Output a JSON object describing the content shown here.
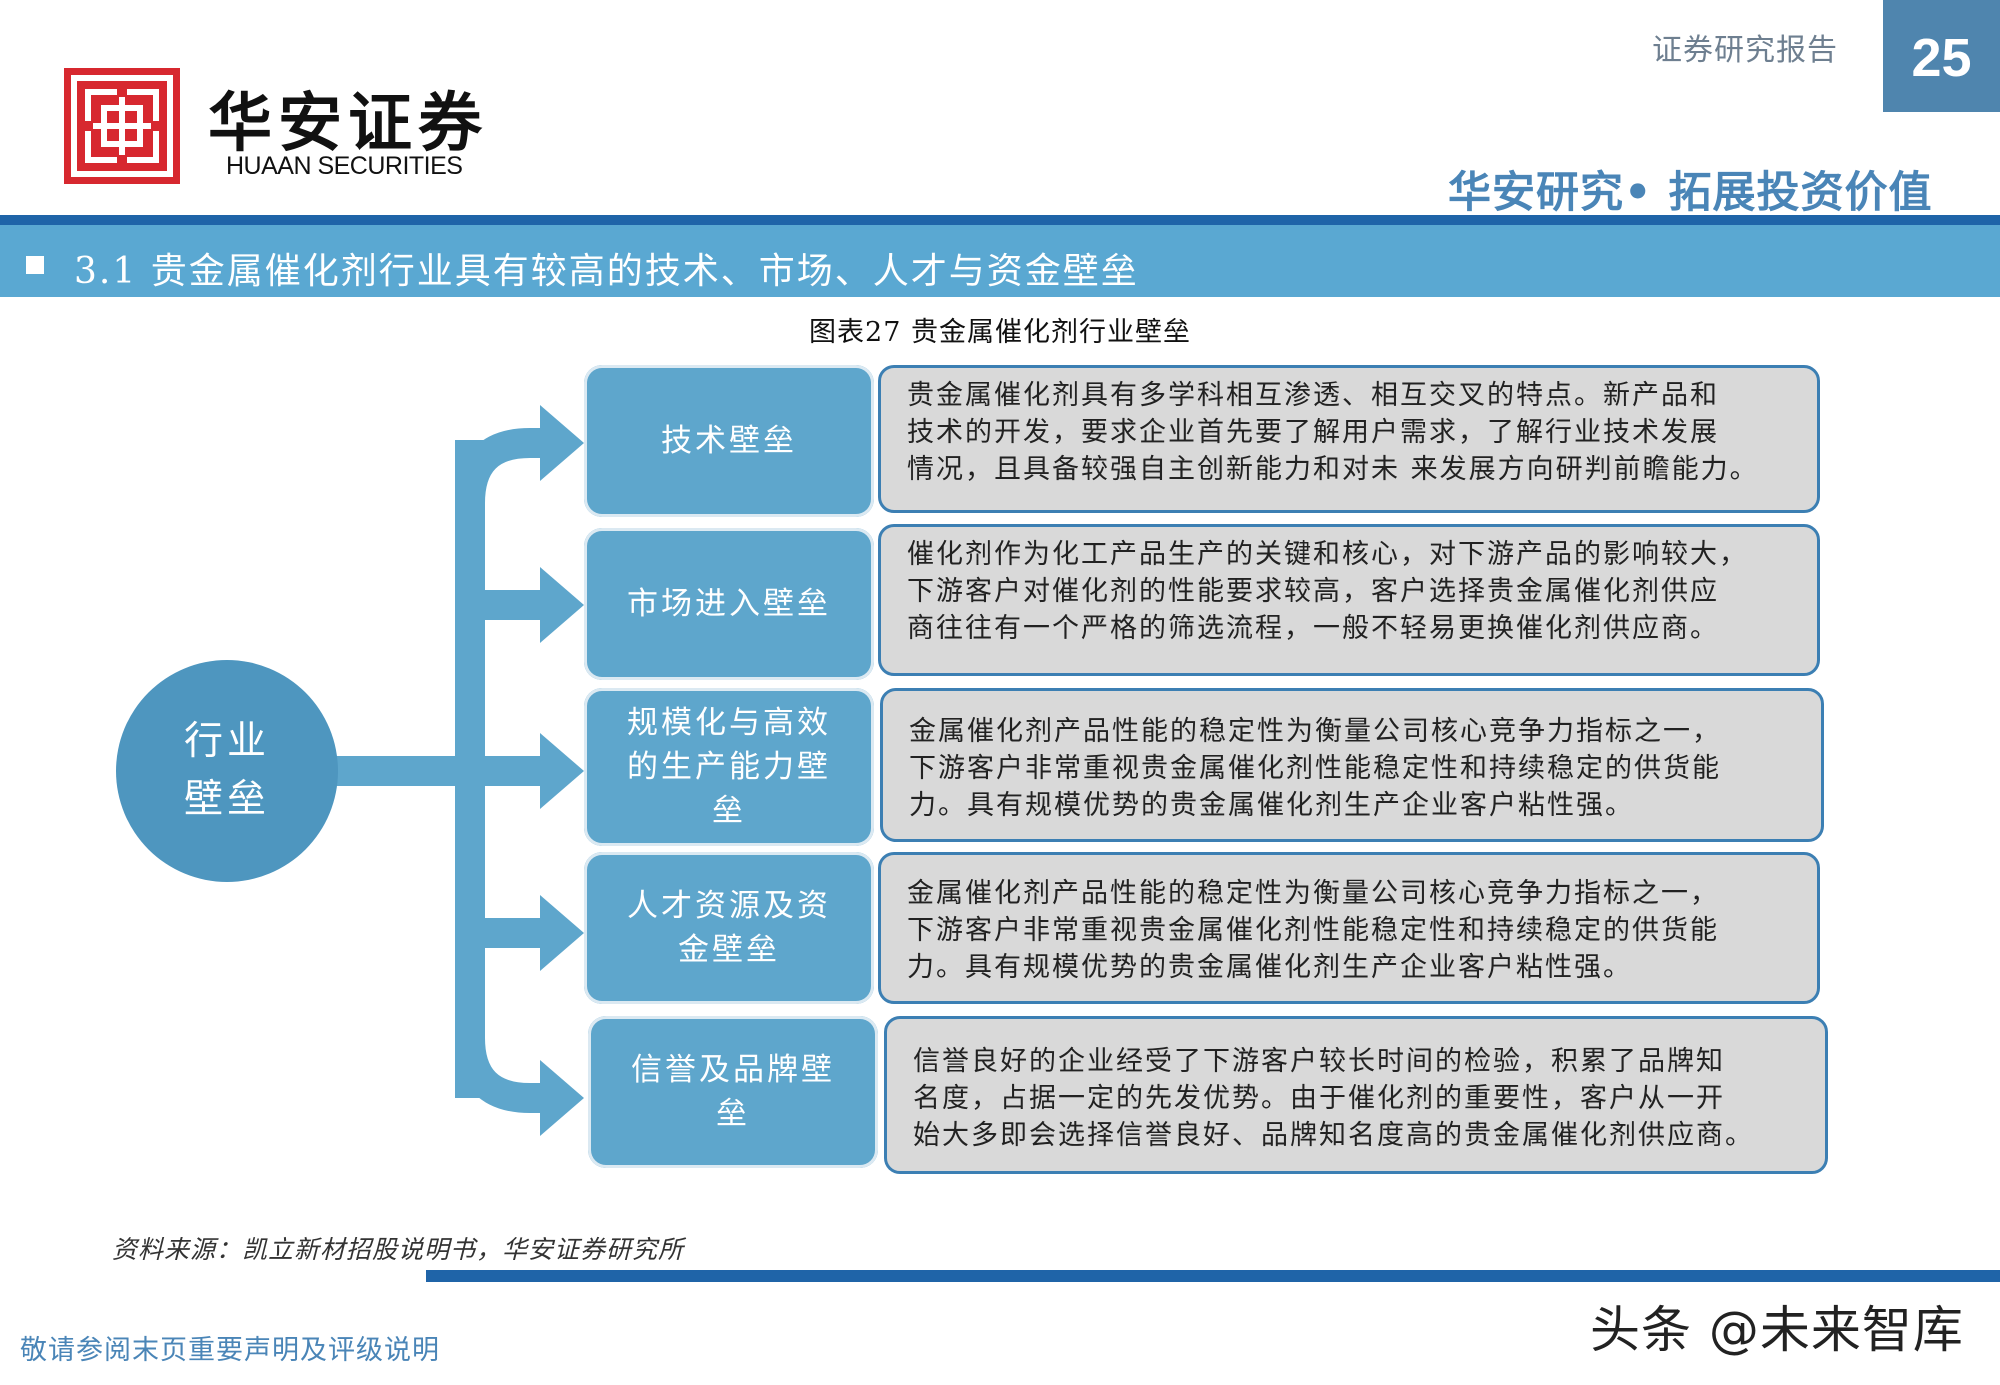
{
  "header": {
    "brand_cn": "华安证券",
    "brand_en": "HUAAN SECURITIES",
    "report_type": "证券研究报告",
    "page_number": "25",
    "slogan": "华安研究• 拓展投资价值"
  },
  "section": {
    "title": "3.1 贵金属催化剂行业具有较高的技术、市场、人才与资金壁垒"
  },
  "figure": {
    "caption": "图表27 贵金属催化剂行业壁垒",
    "hub": {
      "line1": "行业",
      "line2": "壁垒"
    },
    "barriers": [
      {
        "label": "技术壁垒",
        "lines": [
          "贵金属催化剂具有多学科相互渗透、相互交叉的特点。新产品和",
          "技术的开发，要求企业首先要了解用户需求，了解行业技术发展",
          "情况，且具备较强自主创新能力和对未 来发展方向研判前瞻能力。"
        ]
      },
      {
        "label": "市场进入壁垒",
        "lines": [
          "催化剂作为化工产品生产的关键和核心，对下游产品的影响较大，",
          "下游客户对催化剂的性能要求较高，客户选择贵金属催化剂供应",
          "商往往有一个严格的筛选流程，一般不轻易更换催化剂供应商。"
        ]
      },
      {
        "label": "规模化与高效的生产能力壁垒",
        "lines": [
          "金属催化剂产品性能的稳定性为衡量公司核心竞争力指标之一，",
          "下游客户非常重视贵金属催化剂性能稳定性和持续稳定的供货能",
          "力。具有规模优势的贵金属催化剂生产企业客户粘性强。"
        ]
      },
      {
        "label": "人才资源及资金壁垒",
        "lines": [
          "金属催化剂产品性能的稳定性为衡量公司核心竞争力指标之一，",
          "下游客户非常重视贵金属催化剂性能稳定性和持续稳定的供货能",
          "力。具有规模优势的贵金属催化剂生产企业客户粘性强。"
        ]
      },
      {
        "label": "信誉及品牌壁垒",
        "lines": [
          "信誉良好的企业经受了下游客户较长时间的检验，积累了品牌知",
          "名度，占据一定的先发优势。由于催化剂的重要性，客户从一开",
          "始大多即会选择信誉良好、品牌知名度高的贵金属催化剂供应商。"
        ]
      }
    ],
    "source": "资料来源：凯立新材招股说明书，华安证券研究所"
  },
  "footer": {
    "disclaimer": "敬请参阅末页重要声明及评级说明",
    "watermark": "头条 @未来智库"
  },
  "colors": {
    "brand_red": "#d7282f",
    "header_blue": "#4f85ae",
    "section_bar": "#5aa8d2",
    "diagram_blue": "#5ea6cc",
    "desc_fill": "#d9d9d9",
    "desc_border": "#3c7fb3"
  }
}
